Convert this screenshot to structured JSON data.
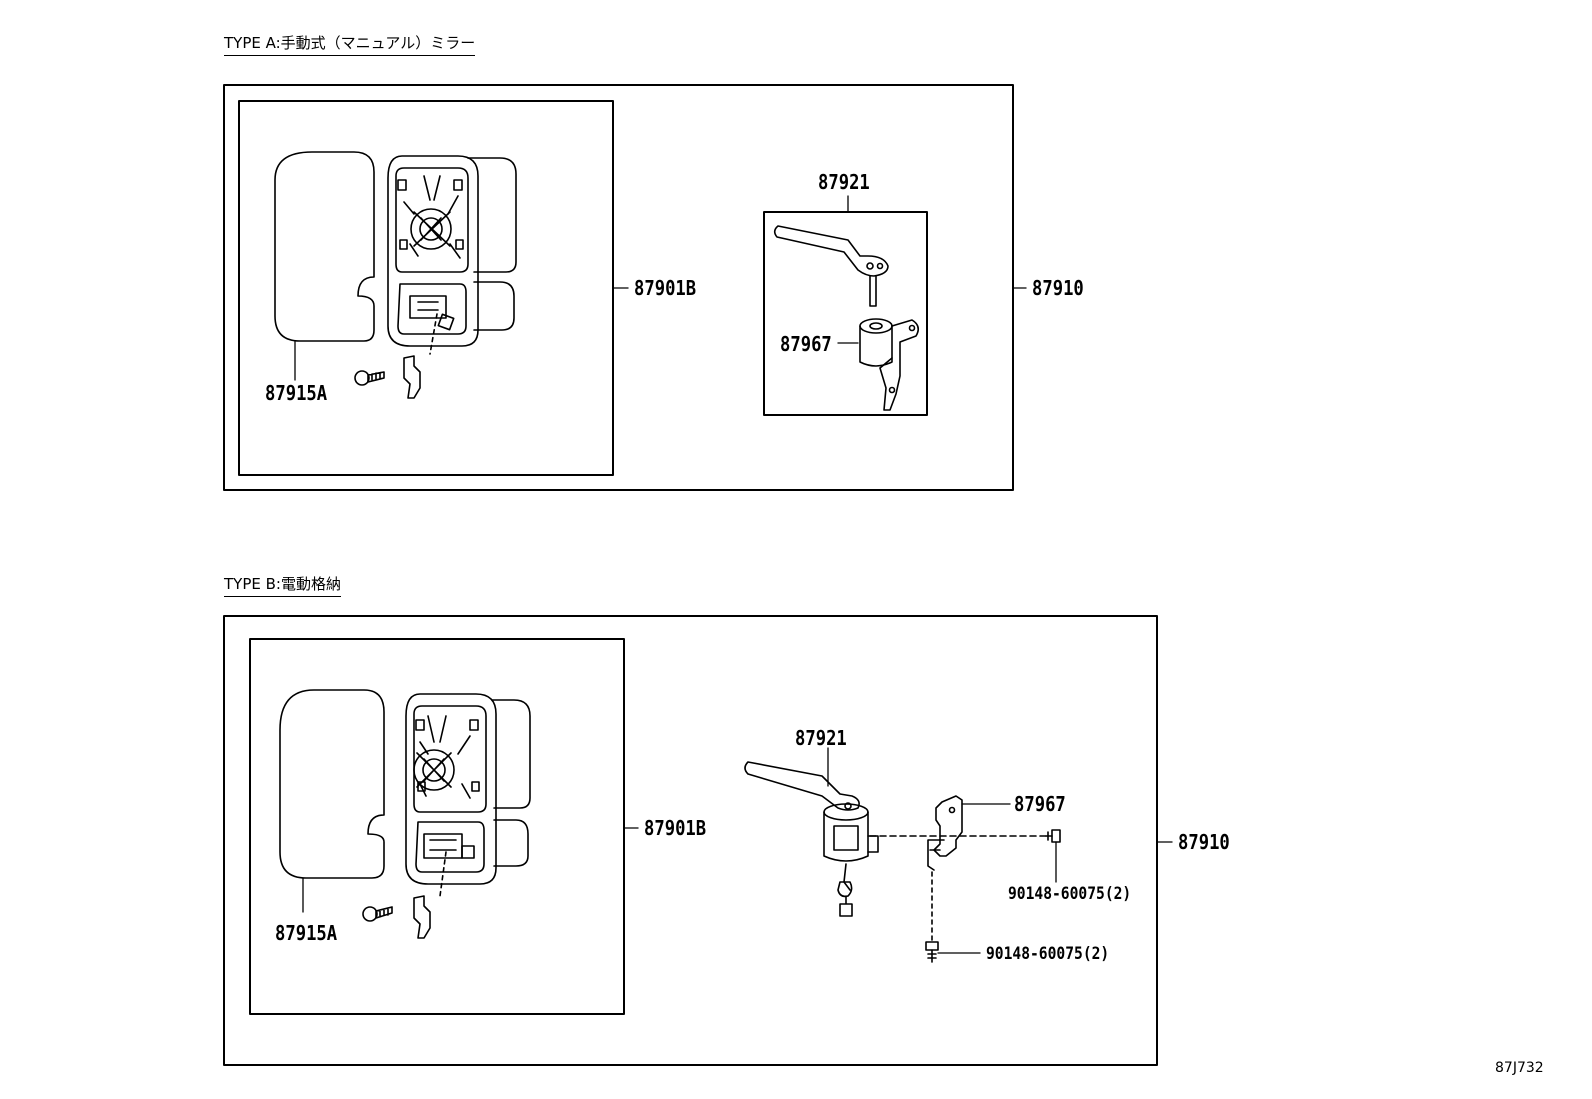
{
  "type_a": {
    "caption": "TYPE A:手動式（マニュアル）ミラー",
    "labels": {
      "bracket": "87921",
      "subassy": "87901B",
      "assy": "87910",
      "motor": "87967",
      "glass": "87915A"
    }
  },
  "type_b": {
    "caption": "TYPE B:電動格納",
    "labels": {
      "bracket": "87921",
      "motor": "87967",
      "subassy": "87901B",
      "assy": "87910",
      "screw_1": "90148-60075(2)",
      "screw_2": "90148-60075(2)",
      "glass": "87915A"
    }
  },
  "illustration_id": "87J732"
}
